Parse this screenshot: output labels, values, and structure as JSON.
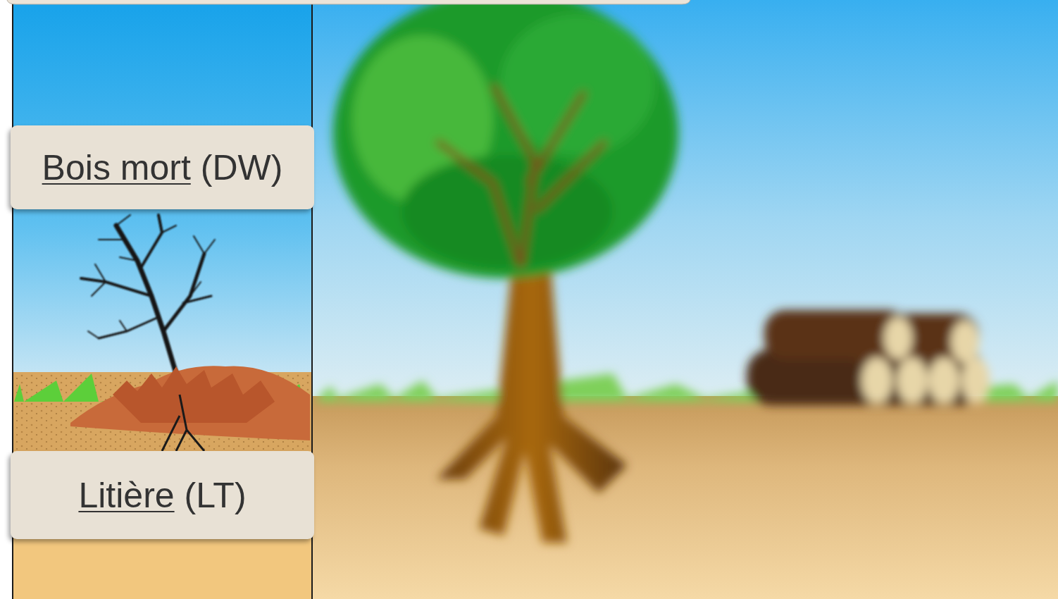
{
  "diagram": {
    "nodes": [
      {
        "text": [
          "Bois mort",
          "(DW)"
        ]
      },
      {
        "text": [
          "Litière",
          "(LT)"
        ]
      }
    ]
  }
}
